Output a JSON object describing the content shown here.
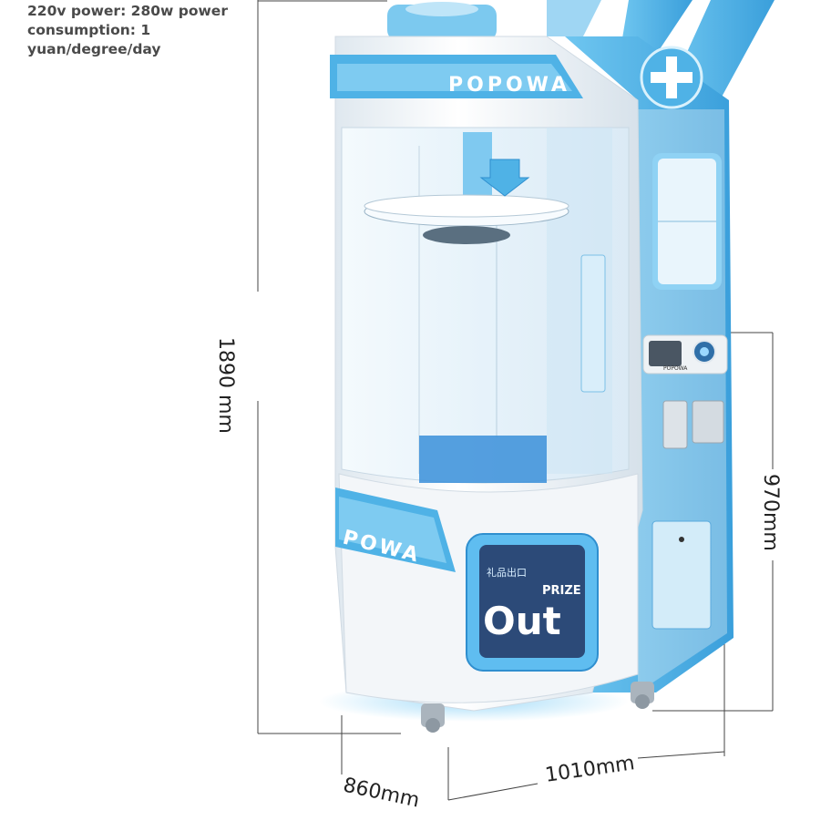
{
  "spec_lines": [
    "220v power: 280w power",
    "consumption: 1",
    "yuan/degree/day"
  ],
  "brand": "POPOWA",
  "brand_side": "POWA",
  "prize_label_cn": "礼品出口",
  "prize_label_en": "PRIZE",
  "prize_out": "Out",
  "panel_brand": "POPOWA",
  "dimensions": {
    "height": "1890 mm",
    "right_height": "970mm",
    "width": "1010mm",
    "depth": "860mm"
  },
  "colors": {
    "accent": "#59b8e8",
    "accent_dark": "#2f8fcf",
    "body_white": "#f4f7fa",
    "glass": "#e9f4fb"
  }
}
